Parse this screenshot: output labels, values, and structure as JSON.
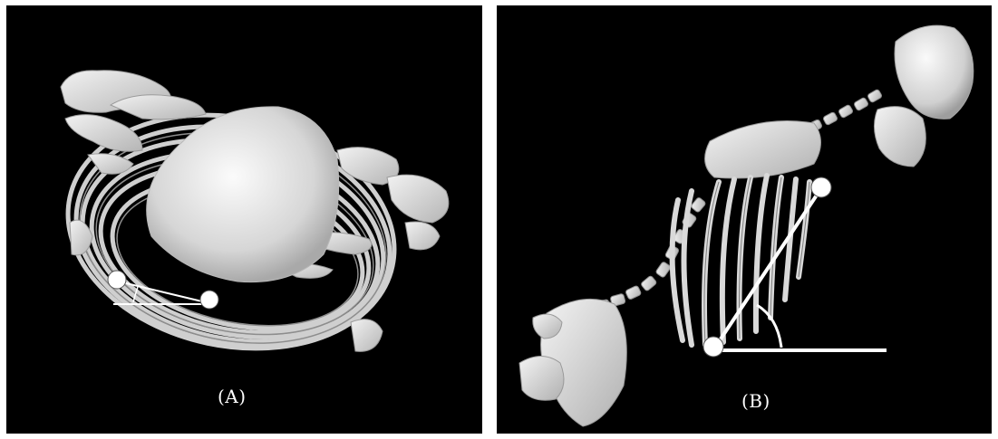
{
  "panels": [
    {
      "label": "(A)",
      "content": "rib-cage-top-view",
      "annotation": "small-angle-between-two-landmarks"
    },
    {
      "label": "(B)",
      "content": "skeleton-side-view",
      "annotation": "large-angle-between-two-landmarks"
    }
  ],
  "colors": {
    "background": "#000000",
    "bone": "#e4e4e4",
    "marker": "#ffffff",
    "divider": "#ffffff"
  }
}
